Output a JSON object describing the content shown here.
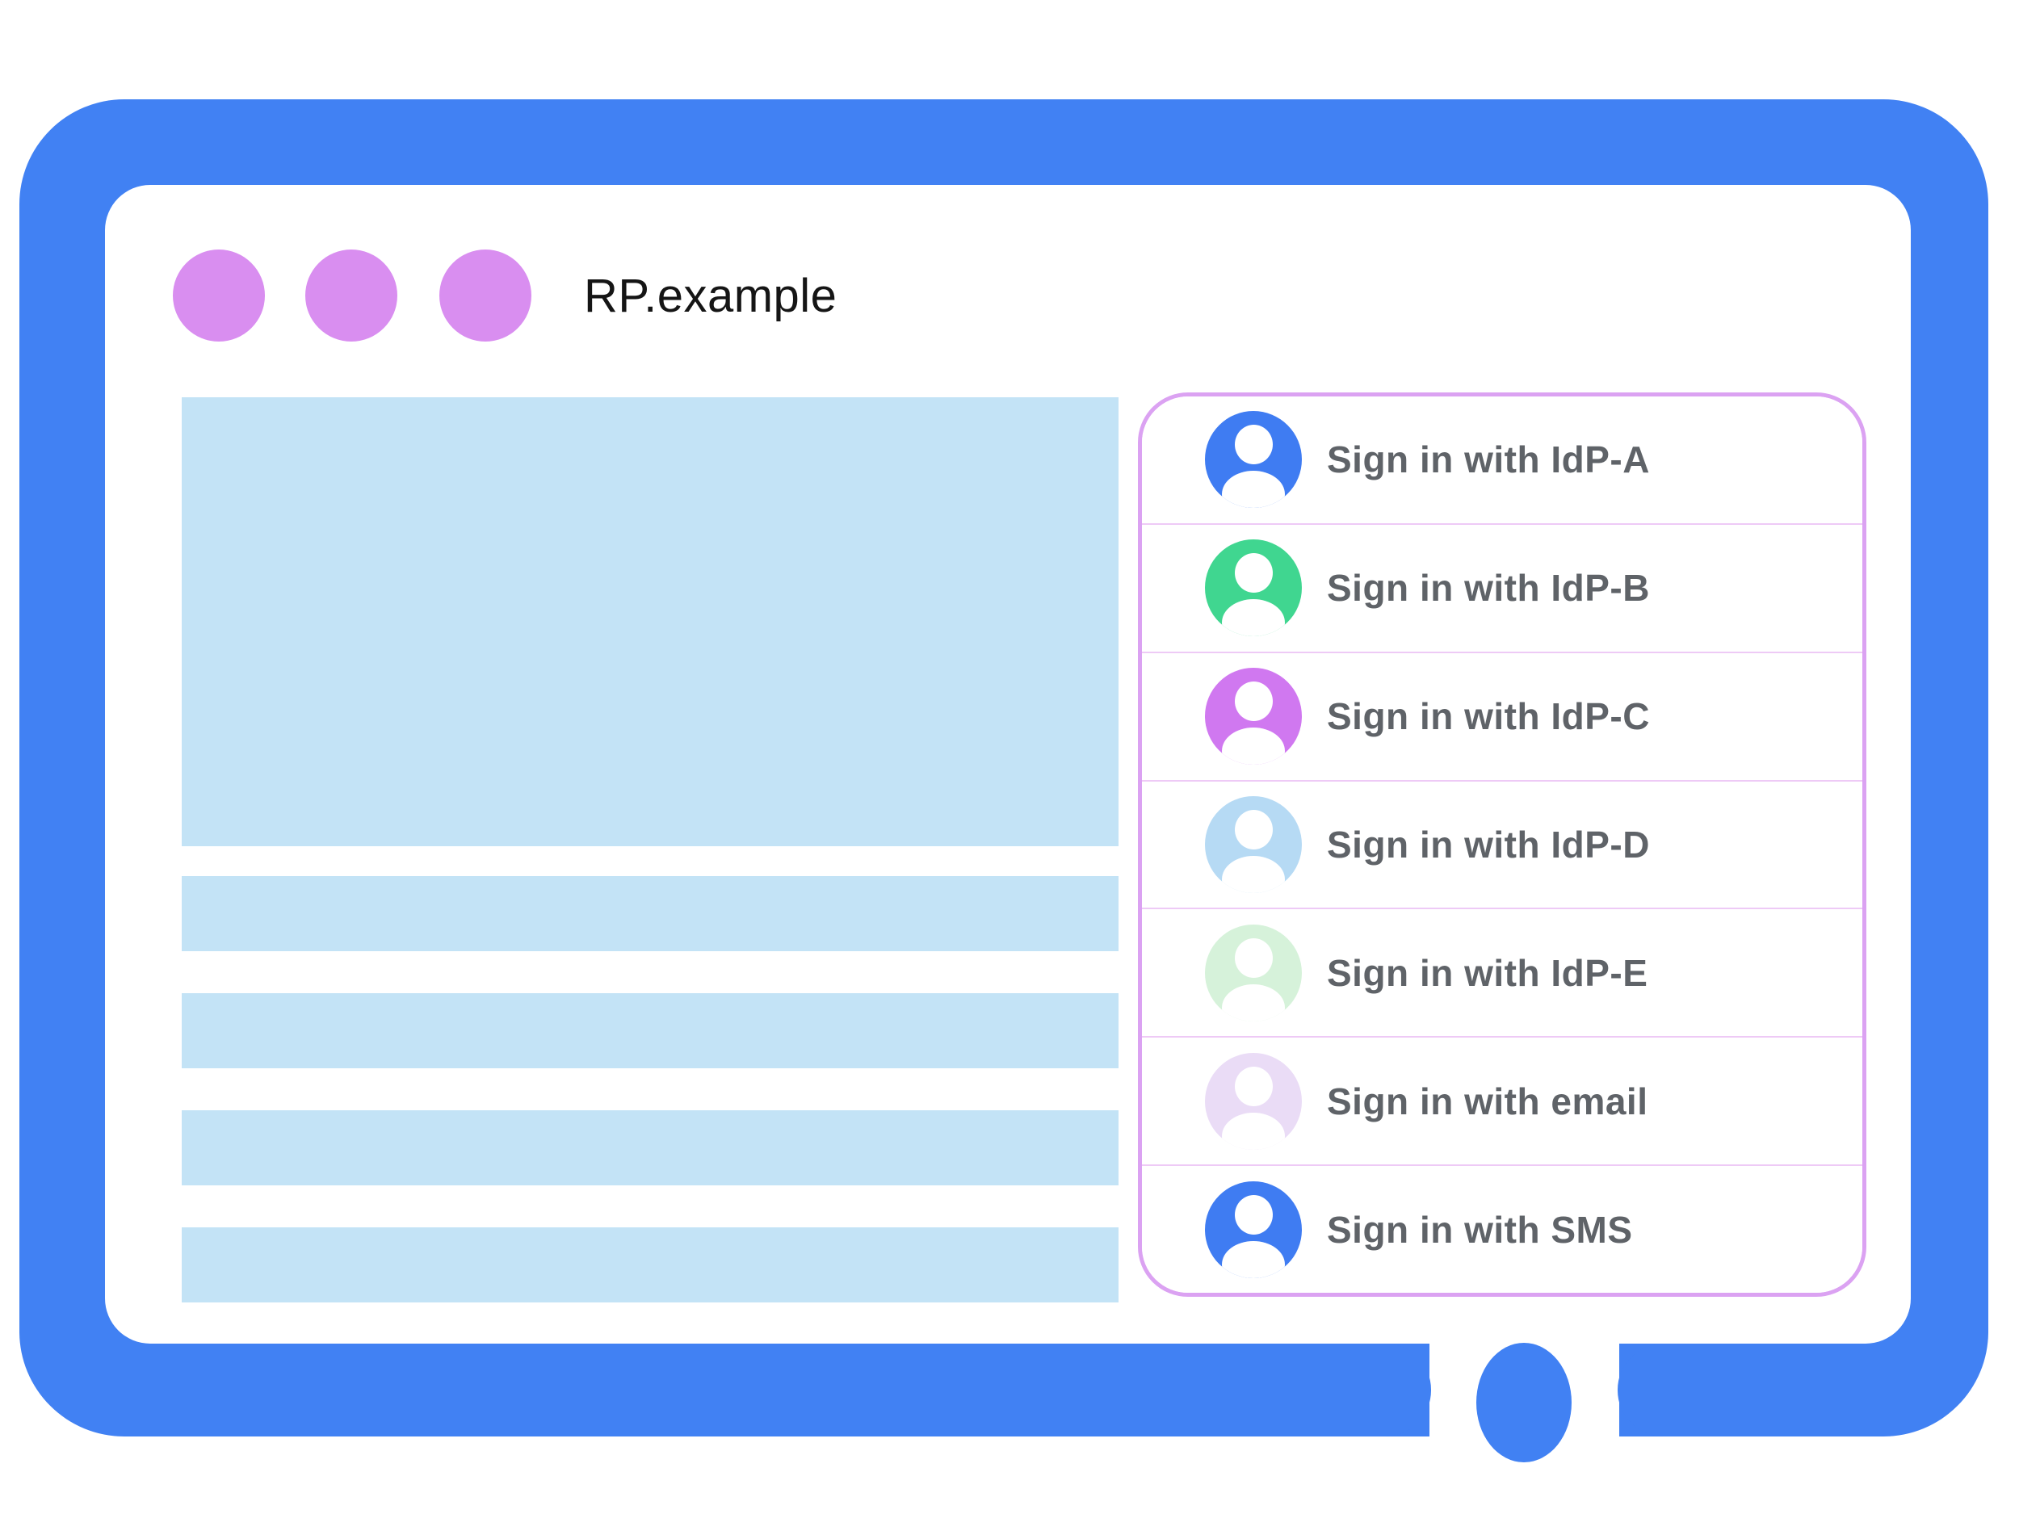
{
  "browser_window": {
    "title": "RP.example",
    "window_dots_count": 3
  },
  "page_content": {
    "hero_block_count": 1,
    "text_bars_count": 4
  },
  "signin_panel": {
    "items": [
      {
        "label": "Sign in with IdP-A",
        "avatar_color": "#3f7cf2"
      },
      {
        "label": "Sign in with IdP-B",
        "avatar_color": "#40d690"
      },
      {
        "label": "Sign in with IdP-C",
        "avatar_color": "#d078f0"
      },
      {
        "label": "Sign in with IdP-D",
        "avatar_color": "#b6daf4"
      },
      {
        "label": "Sign in with IdP-E",
        "avatar_color": "#d6f2da"
      },
      {
        "label": "Sign in with email",
        "avatar_color": "#eadcf6"
      },
      {
        "label": "Sign in with SMS",
        "avatar_color": "#3f7cf2"
      }
    ]
  },
  "colors": {
    "frame_blue": "#4181f3",
    "window_dot_purple": "#d98ef0",
    "content_block_blue": "#c3e3f6",
    "panel_border_pink": "#dba2f2",
    "panel_divider_pink": "#eecaf6",
    "label_gray": "#5f6368",
    "title_color": "#151515"
  }
}
